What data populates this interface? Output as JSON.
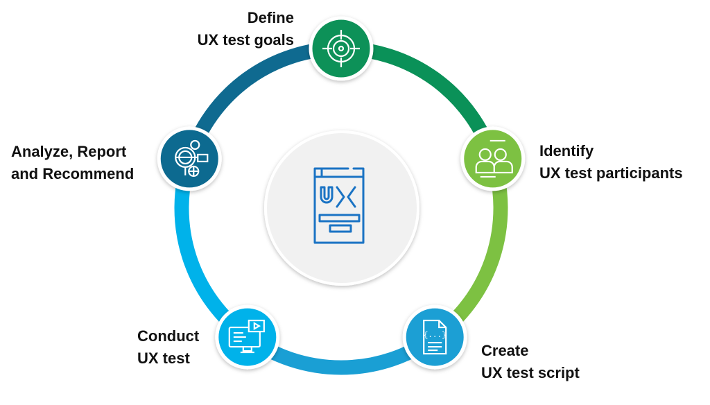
{
  "center": {
    "icon": "ux-mockup-icon",
    "color": "#1a73c4"
  },
  "steps": [
    {
      "line1": "Define",
      "line2": "UX test goals",
      "icon": "target-icon",
      "color": "#0a9158"
    },
    {
      "line1": "Identify",
      "line2": "UX test participants",
      "icon": "participants-icon",
      "color": "#7dc142"
    },
    {
      "line1": "Create",
      "line2": "UX test script",
      "icon": "script-document-icon",
      "color": "#1a9fd4"
    },
    {
      "line1": "Conduct",
      "line2": "UX test",
      "icon": "monitor-video-icon",
      "color": "#00b2ea"
    },
    {
      "line1": "Analyze, Report",
      "line2": "and Recommend",
      "icon": "analysis-magnifier-icon",
      "color": "#0f6a90"
    }
  ]
}
